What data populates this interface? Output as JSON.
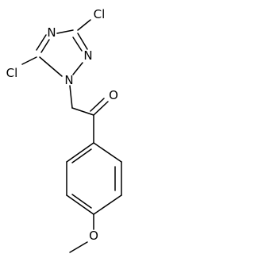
{
  "molecule": {
    "atoms": {
      "n4": "N",
      "n2": "N",
      "n1": "N",
      "cl3": "Cl",
      "cl5": "Cl",
      "o_carbonyl": "O",
      "o_methoxy": "O"
    }
  }
}
